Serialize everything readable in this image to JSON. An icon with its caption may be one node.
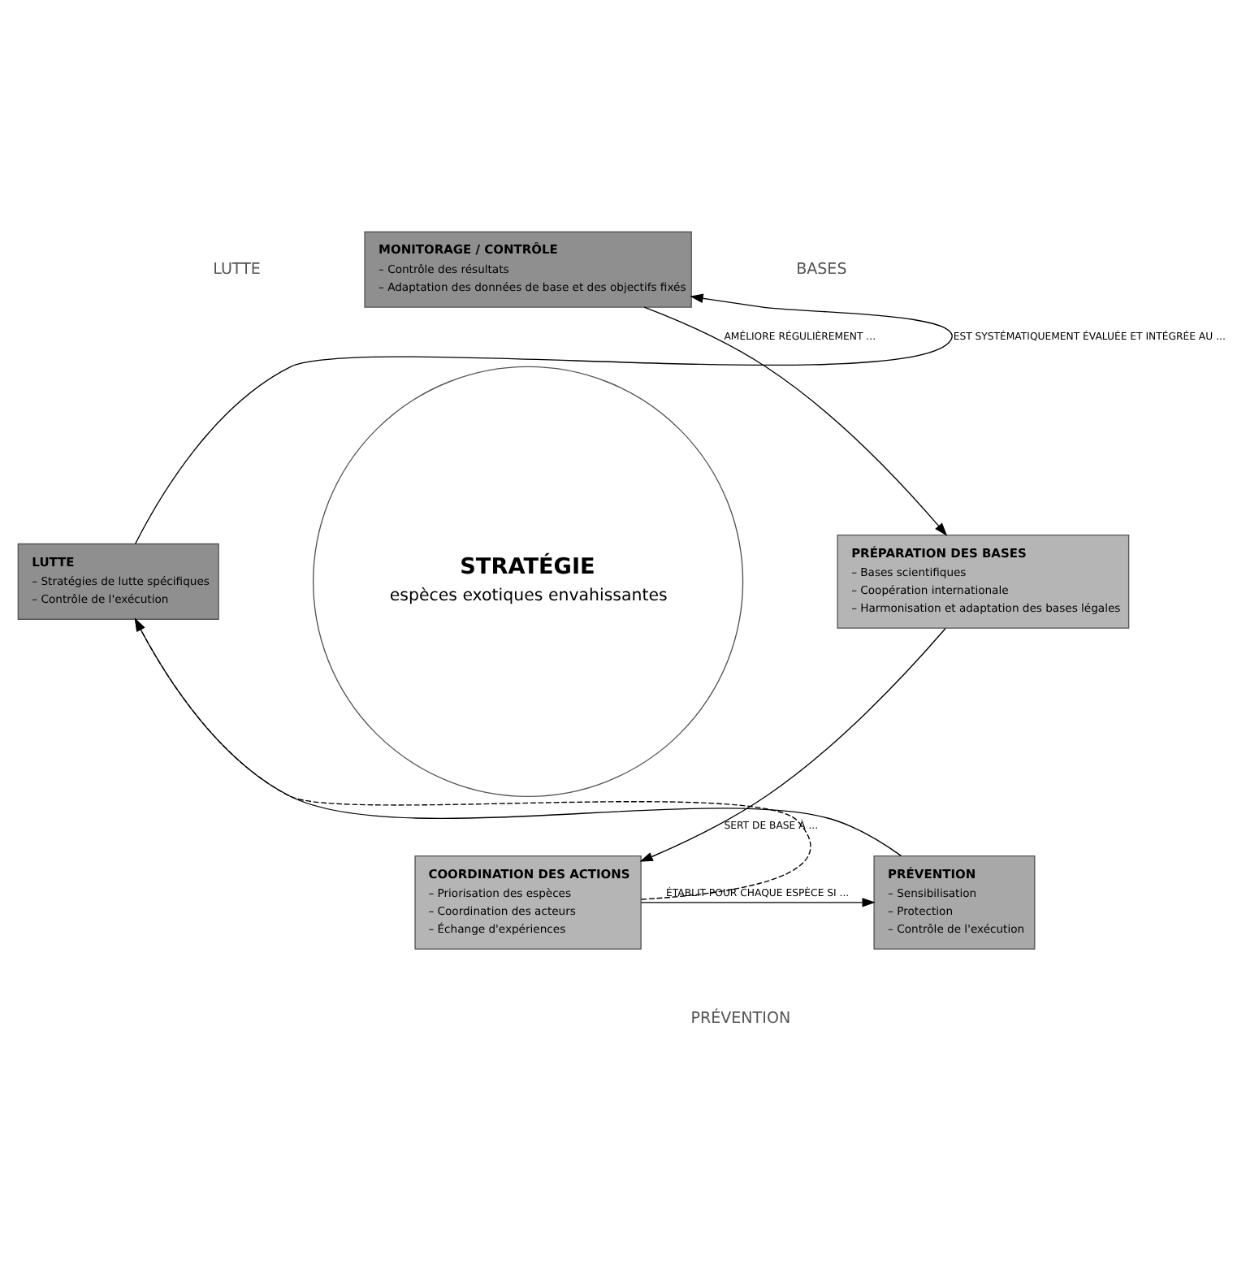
{
  "diagram": {
    "nodes": [
      {
        "text": [
          "STRATÉGIE",
          "espèces exotiques envahissantes"
        ]
      },
      {
        "text": [
          "MONITORAGE / CONTRÔLE",
          "– Contrôle des résultats",
          "– Adaptation des données de base et des objectifs fixés"
        ]
      },
      {
        "text": [
          "PRÉPARATION DES BASES",
          "– Bases scientifiques",
          "– Coopération internationale",
          "– Harmonisation et adaptation des bases légales"
        ]
      },
      {
        "text": [
          "COORDINATION DES ACTIONS",
          "– Priorisation des espèces",
          "– Coordination des acteurs",
          "– Échange d'expériences"
        ]
      },
      {
        "text": [
          "PRÉVENTION",
          "– Sensibilisation",
          "– Protection",
          "– Contrôle de l'exécution"
        ]
      },
      {
        "text": [
          "LUTTE",
          "– Stratégies de lutte spécifiques",
          "– Contrôle de l'exécution"
        ]
      }
    ],
    "edges": [
      {
        "from": 1,
        "to": 2,
        "arrow": "to",
        "label": "AMÉLIORE RÉGULIÈREMENT ..."
      },
      {
        "from": 2,
        "to": 3,
        "arrow": "to",
        "label": "SERT DE BASE À ..."
      },
      {
        "from": 3,
        "to": 4,
        "arrow": "to",
        "label": "ÉTABLIT POUR CHAQUE ESPÈCE SI ..."
      },
      {
        "from": 4,
        "to": 5,
        "arrow": "to"
      },
      {
        "from": 5,
        "to": 1,
        "arrow": "to",
        "label": "EST SYSTÉMATIQUEMENT ÉVALUÉE ET INTÉGRÉE AU ..."
      },
      {
        "from": 3,
        "to": 5,
        "arrow": "to",
        "style": "dashed"
      }
    ],
    "labels": [
      "LUTTE",
      "BASES",
      "PRÉVENTION"
    ]
  }
}
